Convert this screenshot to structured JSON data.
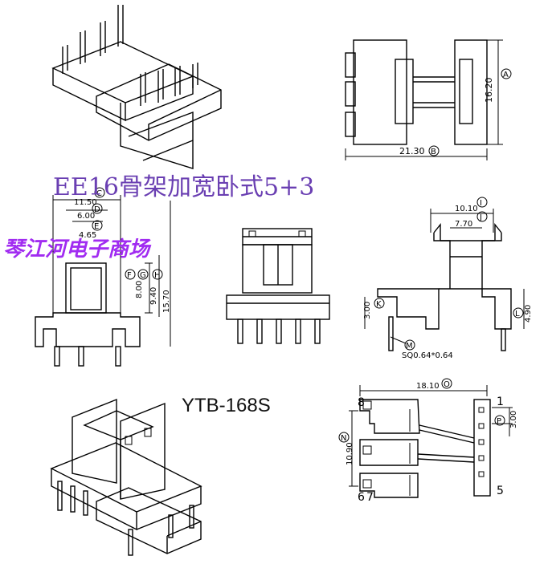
{
  "title": "EE16骨架加宽卧式5+3",
  "watermark": "琴江河电子商场",
  "model": "YTB-168S",
  "dimensions": {
    "A": {
      "letter": "A",
      "value": "16.20"
    },
    "B": {
      "letter": "B",
      "value": "21.30"
    },
    "C": {
      "letter": "C",
      "value": "11.50"
    },
    "D": {
      "letter": "D",
      "value": "6.00"
    },
    "E": {
      "letter": "E",
      "value": "4.65"
    },
    "F": {
      "letter": "F",
      "value": "8.00"
    },
    "G": {
      "letter": "G",
      "value": "9.40"
    },
    "H": {
      "letter": "H",
      "value": "15.70"
    },
    "I": {
      "letter": "I",
      "value": "10.10"
    },
    "J": {
      "letter": "J",
      "value": "7.70"
    },
    "K": {
      "letter": "K",
      "value": "3.00"
    },
    "L": {
      "letter": "L",
      "value": "4.90"
    },
    "M": {
      "letter": "M",
      "value": "SQ0.64*0.64"
    },
    "N": {
      "letter": "N",
      "value": "10.90"
    },
    "O": {
      "letter": "O",
      "value": "18.10"
    },
    "P": {
      "letter": "P",
      "value": "3.00"
    }
  },
  "pins": {
    "p8": "8",
    "p1": "1",
    "p6": "6",
    "p7": "7",
    "p5": "5"
  }
}
